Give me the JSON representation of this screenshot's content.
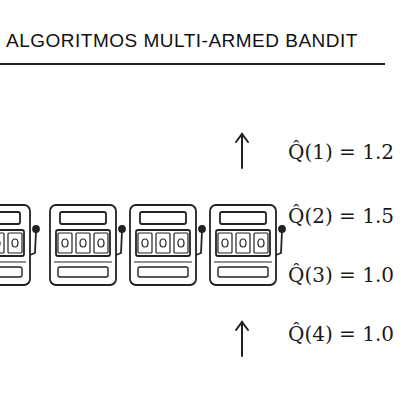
{
  "diagram": {
    "title": "ALGORITMOS MULTI-ARMED BANDIT",
    "labels": [
      "Q̂(1) = 1.2",
      "Q̂(2) = 1.5",
      "Q̂(3) = 1.0",
      "Q̂(4) = 1.0"
    ]
  }
}
